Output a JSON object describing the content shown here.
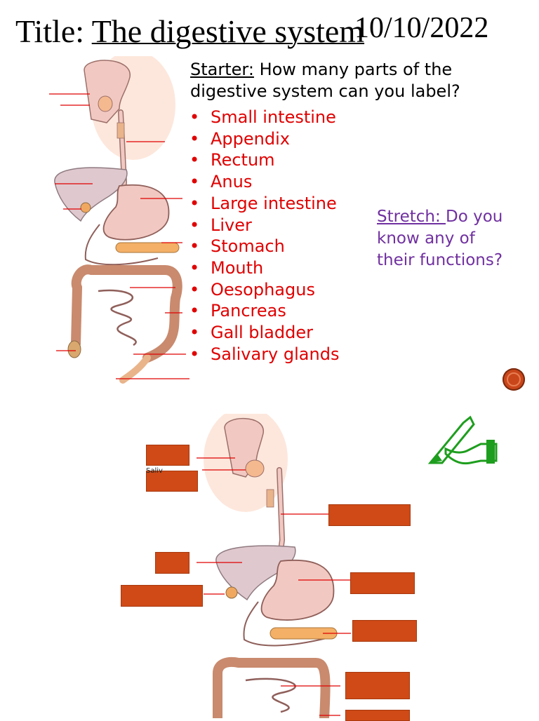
{
  "title": {
    "prefix": "Title: ",
    "text": "The digestive system",
    "date": "10/10/2022"
  },
  "starter": {
    "label": "Starter:",
    "question": " How many parts of the digestive system can you label?"
  },
  "parts": [
    "Small intestine",
    "Appendix",
    "Rectum",
    "Anus",
    "Large intestine",
    "Liver",
    "Stomach",
    "Mouth",
    "Oesophagus",
    "Pancreas",
    "Gall bladder",
    "Salivary glands"
  ],
  "stretch": {
    "label": "Stretch: ",
    "question": "Do you know any of their functions?"
  },
  "bottom_diagram": {
    "partial_label": "Saliv"
  },
  "colors": {
    "bullet_text": "#e00000",
    "stretch_text": "#7030a0",
    "label_box": "#cf4a16",
    "pencil": "#1e9e1e",
    "organ_fill": "#f2c9c2"
  }
}
